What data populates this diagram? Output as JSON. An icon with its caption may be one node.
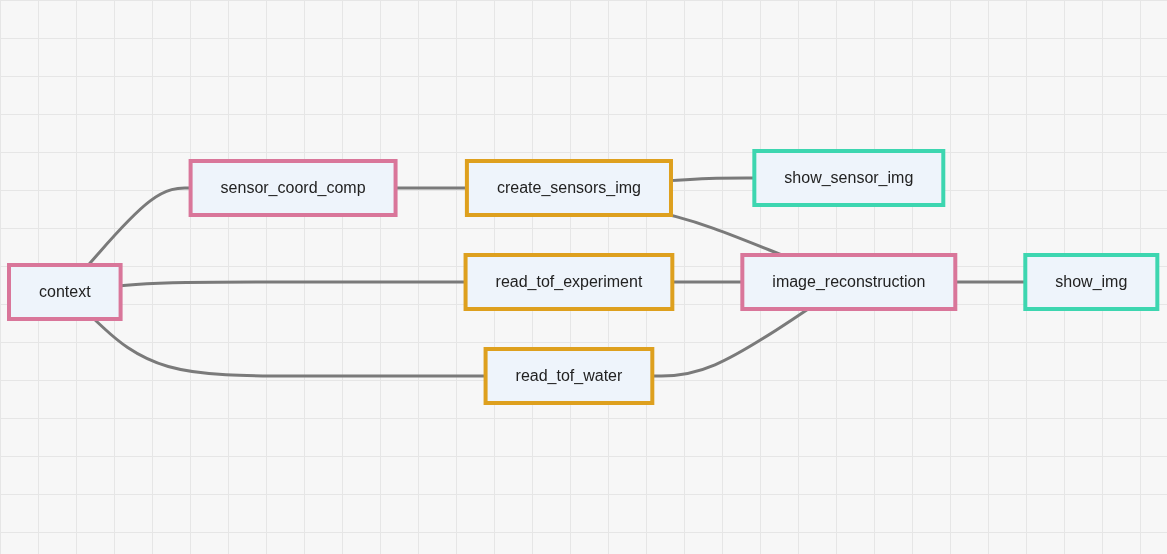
{
  "diagram": {
    "nodes": [
      {
        "text": [
          "context"
        ]
      },
      {
        "text": [
          "sensor_coord_comp"
        ]
      },
      {
        "text": [
          "read_tof_experiment"
        ]
      },
      {
        "text": [
          "read_tof_water"
        ]
      },
      {
        "text": [
          "create_sensors_img"
        ]
      },
      {
        "text": [
          "image_reconstruction"
        ]
      },
      {
        "text": [
          "show_sensor_img"
        ]
      },
      {
        "text": [
          "show_img"
        ]
      }
    ],
    "edges": [
      {
        "from": 0,
        "to": 1,
        "arrow": "none"
      },
      {
        "from": 0,
        "to": 2,
        "arrow": "none"
      },
      {
        "from": 0,
        "to": 3,
        "arrow": "none"
      },
      {
        "from": 1,
        "to": 4,
        "arrow": "none"
      },
      {
        "from": 4,
        "to": 6,
        "arrow": "none"
      },
      {
        "from": 4,
        "to": 5,
        "arrow": "none"
      },
      {
        "from": 2,
        "to": 5,
        "arrow": "none"
      },
      {
        "from": 3,
        "to": 5,
        "arrow": "none"
      },
      {
        "from": 5,
        "to": 7,
        "arrow": "none"
      }
    ]
  }
}
